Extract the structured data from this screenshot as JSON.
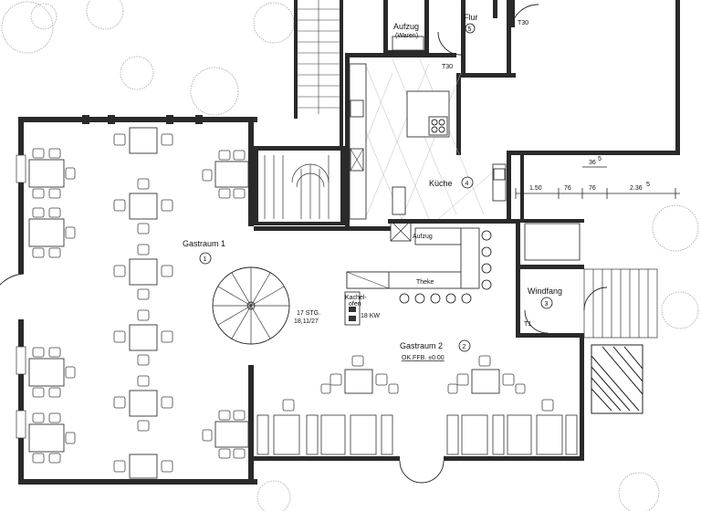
{
  "rooms": {
    "flur": {
      "name": "Flur",
      "num": "5"
    },
    "aufzug_waren": {
      "name": "Aufzug",
      "sub": "(Waren)"
    },
    "kueche": {
      "name": "Küche",
      "num": "4"
    },
    "gastraum1": {
      "name": "Gastraum 1",
      "num": "1"
    },
    "gastraum2": {
      "name": "Gastraum 2",
      "num": "2",
      "level": "OK.FFB. ±0.00"
    },
    "windfang": {
      "name": "Windfang",
      "num": "3"
    }
  },
  "labels": {
    "theke": "Theke",
    "aufzug": "Aufzug",
    "kachelofen_1": "Kachel-",
    "kachelofen_2": "ofen",
    "kachelofen_kw": "18 KW",
    "stairs_1": "17 STG.",
    "stairs_2": "18,11/27",
    "t30_a": "T30",
    "t30_b": "T30",
    "t1": "T1"
  },
  "dimensions": {
    "d1": "1.50",
    "d2": "76",
    "d3": "76",
    "d4": "2.36",
    "d4_sup": "5",
    "d5": "36",
    "d5_sup": "5"
  }
}
